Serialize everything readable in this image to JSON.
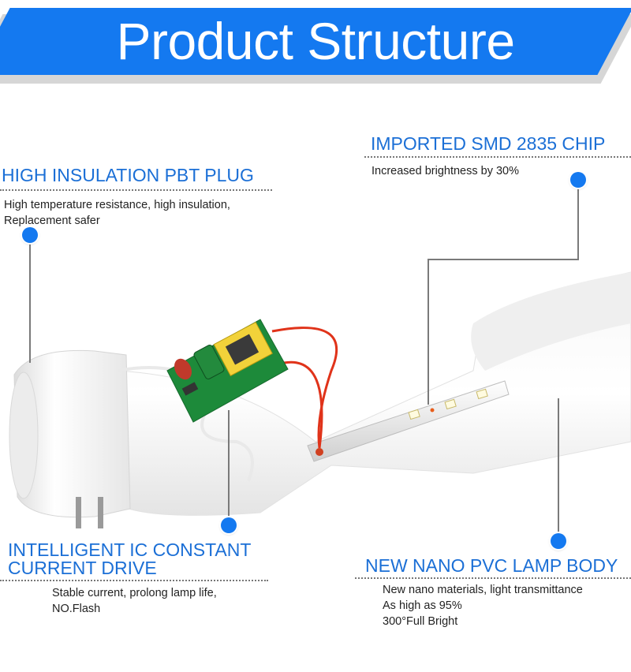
{
  "banner": {
    "title": "Product Structure"
  },
  "callouts": {
    "plug": {
      "heading": "HIGH INSULATION PBT PLUG",
      "lines": [
        "High temperature resistance, high insulation,",
        "Replacement safer"
      ]
    },
    "chip": {
      "heading": "IMPORTED SMD 2835 CHIP",
      "lines": [
        "Increased brightness by 30%"
      ]
    },
    "driver": {
      "heading_line1": "INTELLIGENT IC CONSTANT",
      "heading_line2": "CURRENT DRIVE",
      "lines": [
        "Stable current, prolong lamp life,",
        "NO.Flash"
      ]
    },
    "body": {
      "heading": "NEW NANO PVC LAMP BODY",
      "lines": [
        "New nano materials, light transmittance",
        "As high as 95%",
        "300°Full Bright"
      ]
    }
  },
  "colors": {
    "accent": "#1479f0",
    "heading": "#1b6fd6"
  }
}
